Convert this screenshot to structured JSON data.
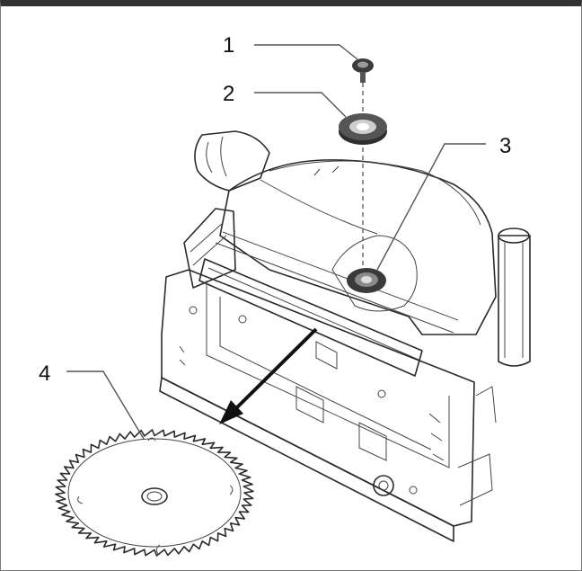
{
  "callouts": [
    {
      "label": "1",
      "part": "screw"
    },
    {
      "label": "2",
      "part": "flange"
    },
    {
      "label": "3",
      "part": "spindle"
    },
    {
      "label": "4",
      "part": "saw-blade"
    }
  ],
  "colors": {
    "frame_top": "#333333",
    "line": "#2a2a2a",
    "shade": "#d9d9d9",
    "dark": "#3a3a3a"
  }
}
